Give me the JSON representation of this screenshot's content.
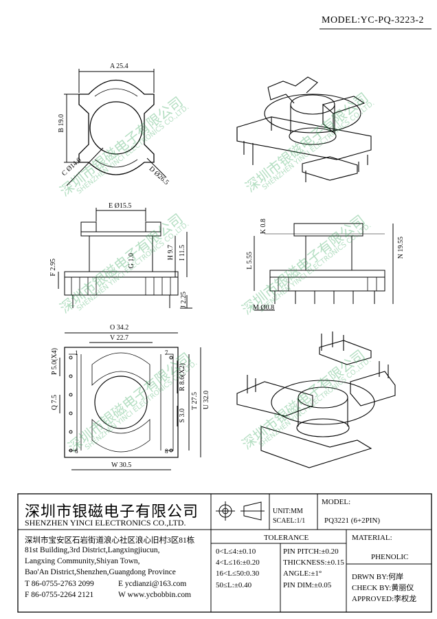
{
  "model_header": "MODEL:YC-PQ-3223-2",
  "dimensions": {
    "A": "A 25.4",
    "B": "B 19.0",
    "C": "C Ø14.0",
    "D": "D Ø26.5",
    "E": "E Ø15.5",
    "F": "F 2.95",
    "G": "G 1.0",
    "H": "H 9.7",
    "I": "I 11.5",
    "J": "J 2.25",
    "K": "K 0.8",
    "L": "L 5.55",
    "M": "M Ø0.8",
    "N": "N 19.55",
    "O": "O 34.2",
    "V": "V 22.7",
    "P": "P 5.0(X4)",
    "Q": "Q 7.5",
    "R": "R 8.6(X2)",
    "S": "S 3.0",
    "T": "T 27.5",
    "U": "U 32.0",
    "W": "W 30.5"
  },
  "pin_labels": {
    "p1": "1",
    "p7": "7",
    "p8": "8",
    "p6": "6"
  },
  "watermark": {
    "cn": "深圳市银磁电子有限公司",
    "en": "SHENZHEN YINCI ELECTRONICS CO.,LTD."
  },
  "title_block": {
    "company_cn": "深圳市银磁电子有限公司",
    "company_en": "SHENZHEN YINCI ELECTRONICS CO.,LTD.",
    "address_cn": "深圳市宝安区石岩街道浪心社区浪心旧村3区81栋",
    "address_en_1": "81st Building,3rd District,Langxingjiucun,",
    "address_en_2": "Langxing Community,Shiyan Town,",
    "address_en_3": "Bao'An District,Shenzhen,Guangdong Province",
    "tel": "T 86-0755-2763 2099",
    "email": "E ycdianzi@163.com",
    "fax": "F 86-0755-2264 2121",
    "web": "W www.ycbobbin.com",
    "unit": "UNIT:MM",
    "scale": "SCAEL:1/1",
    "model_label": "MODEL:",
    "model_value": "PQ3221 (6+2PIN)",
    "tolerance_label": "TOLERANCE",
    "tol": [
      "0<L≤4:±0.10",
      "4<L≤16:±0.20",
      "16<L≤50:0.30",
      "50≤L:±0.40"
    ],
    "tol2": [
      "PIN PITCH:±0.20",
      "THICKNESS:±0.15",
      "ANGLE:±1°",
      "PIN DIM:±0.05"
    ],
    "material_label": "MATERIAL:",
    "material_value": "PHENOLIC",
    "drawn": "DRWN BY:何岸",
    "check": "CHECK BY:黄丽仪",
    "approved": "APPROVED:李权龙"
  },
  "colors": {
    "line": "#000000",
    "watermark": "#28a050"
  }
}
